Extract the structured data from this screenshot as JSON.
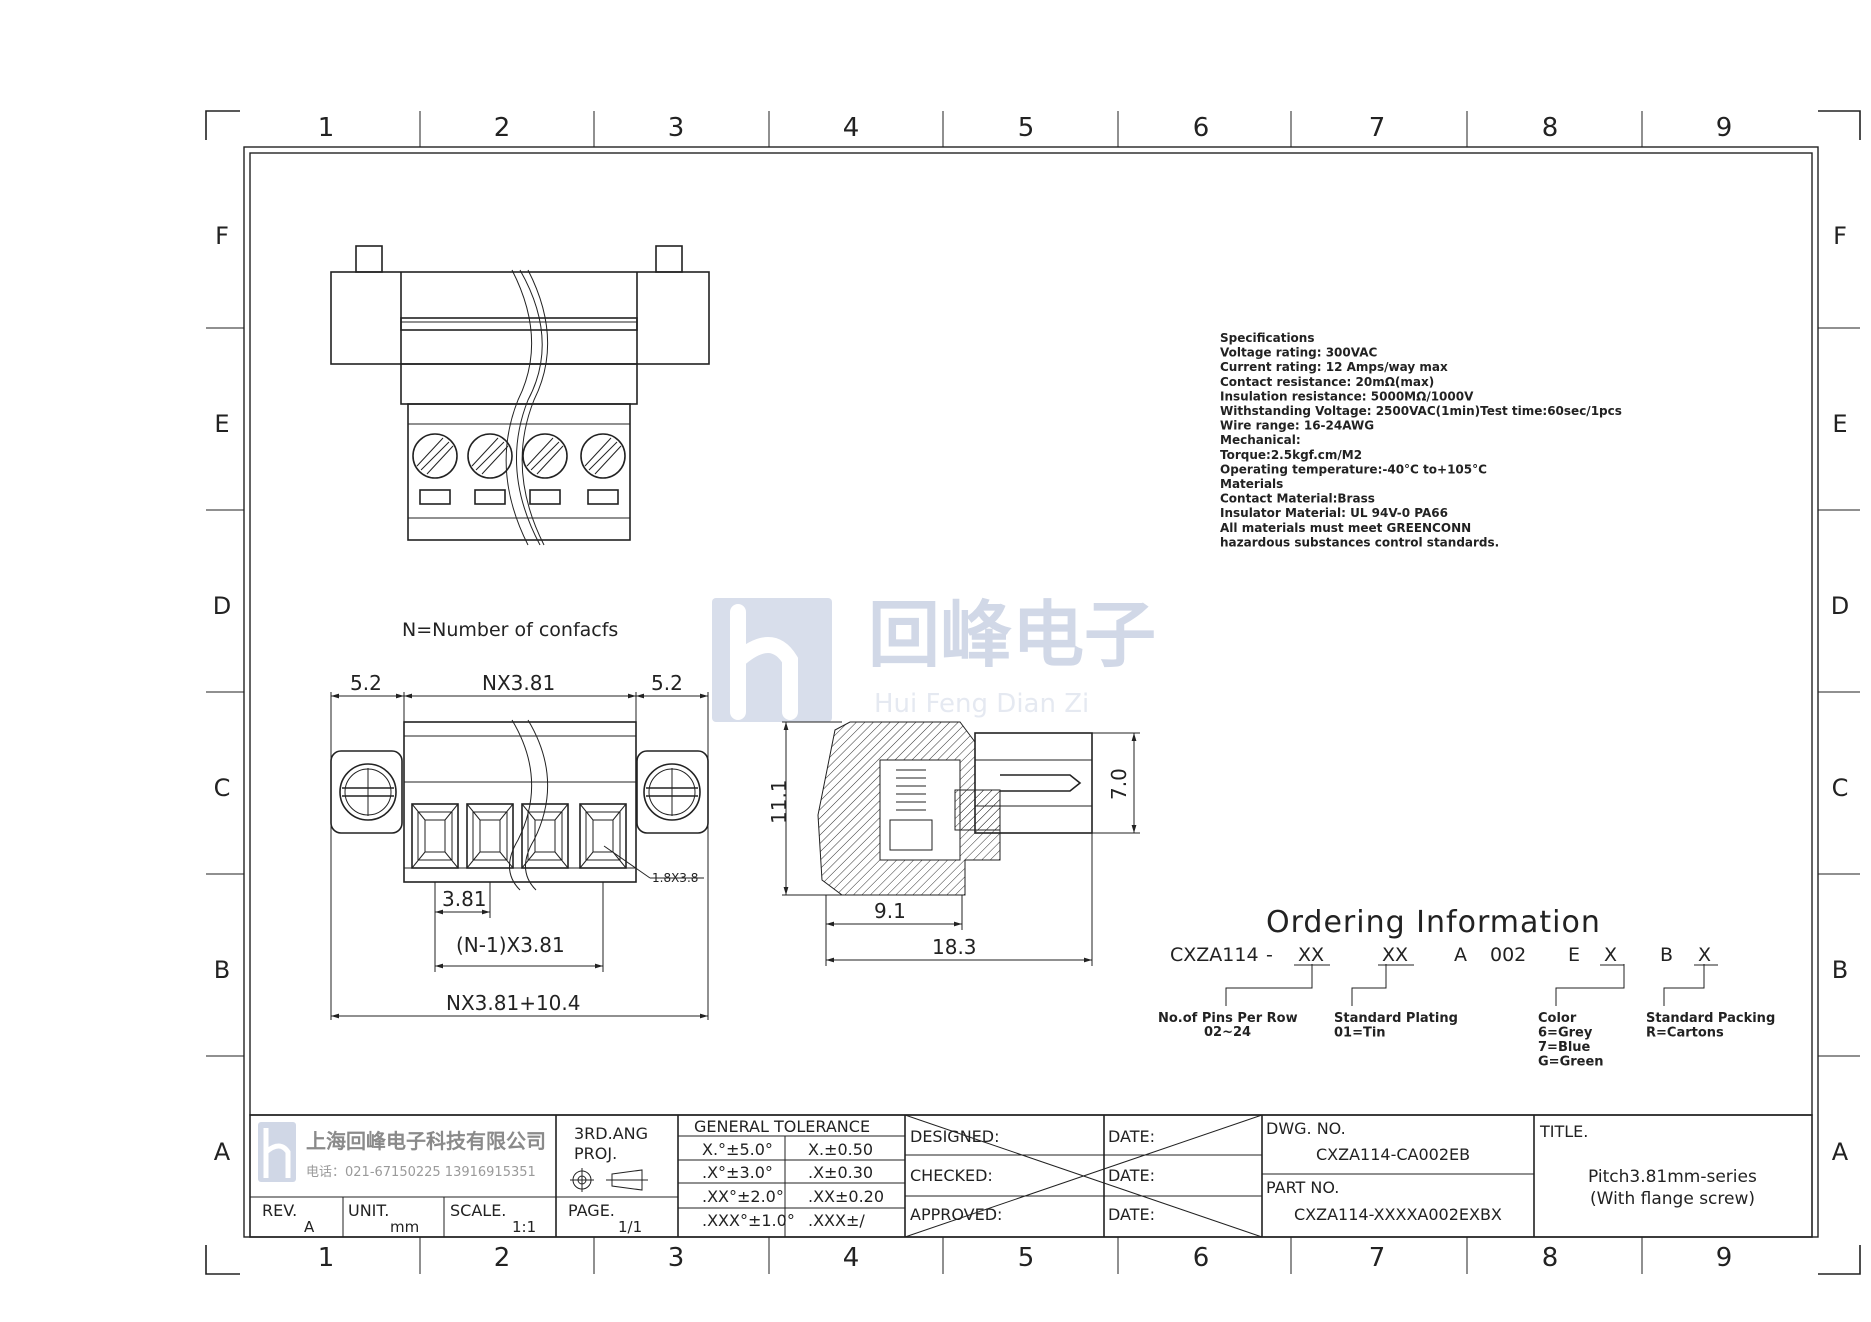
{
  "border": {
    "columns": [
      "1",
      "2",
      "3",
      "4",
      "5",
      "6",
      "7",
      "8",
      "9"
    ],
    "rows": [
      "F",
      "E",
      "D",
      "C",
      "B",
      "A"
    ]
  },
  "watermark": {
    "cn": "回峰电子",
    "pinyin": "Hui Feng Dian Zi"
  },
  "specifications": [
    "Specifications",
    "Voltage rating: 300VAC",
    "Current rating: 12 Amps/way max",
    "Contact resistance: 20mΩ(max)",
    "Insulation resistance: 5000MΩ/1000V",
    "Withstanding Voltage: 2500VAC(1min)Test time:60sec/1pcs",
    "Wire range: 16-24AWG",
    "Mechanical:",
    "Torque:2.5kgf.cm/M2",
    "Operating temperature:-40°C to+105°C",
    "Materials",
    "Contact Material:Brass",
    "Insulator Material: UL 94V-0 PA66",
    "All materials must meet GREENCONN",
    "hazardous substances control standards."
  ],
  "note_n": "N=Number of confacfs",
  "dims": {
    "left_flange": "5.2",
    "pitch_span": "NX3.81",
    "right_flange": "5.2",
    "hole": "1.8X3.8",
    "pitch": "3.81",
    "pitch_n1": "(N-1)X3.81",
    "overall": "NX3.81+10.4",
    "height": "11.1",
    "pin_height": "7.0",
    "depth_a": "9.1",
    "depth_b": "18.3"
  },
  "ordering": {
    "title": "Ordering Information",
    "code": [
      "CXZA114",
      "-",
      "XX",
      "XX",
      "A",
      "002",
      "E",
      "X",
      "B",
      "X"
    ],
    "pins": [
      "No.of Pins Per Row",
      "02~24"
    ],
    "plating": [
      "Standard Plating",
      "01=Tin"
    ],
    "color": [
      "Color",
      "6=Grey",
      "7=Blue",
      "G=Green"
    ],
    "packing": [
      "Standard Packing",
      "R=Cartons"
    ]
  },
  "title_block": {
    "company": "上海回峰电子科技有限公司",
    "phone": "电话：021-67150225 13916915351",
    "projection": [
      "3RD.ANG",
      "PROJ."
    ],
    "rev_label": "REV.",
    "rev": "A",
    "unit_label": "UNIT.",
    "unit": "mm",
    "scale_label": "SCALE.",
    "scale": "1:1",
    "page_label": "PAGE.",
    "page": "1/1",
    "tolerance_title": "GENERAL TOLERANCE",
    "tol_left": [
      "X.°±5.0°",
      ".X°±3.0°",
      ".XX°±2.0°",
      ".XXX°±1.0°"
    ],
    "tol_right": [
      "X.±0.50",
      ".X±0.30",
      ".XX±0.20",
      ".XXX±/"
    ],
    "designed": "DESIGNED:",
    "checked": "CHECKED:",
    "approved": "APPROVED:",
    "date": "DATE:",
    "dwg_label": "DWG. NO.",
    "dwg": "CXZA114-CA002EB",
    "part_label": "PART NO.",
    "part": "CXZA114-XXXXA002EXBX",
    "title_label": "TITLE.",
    "title": [
      "Pitch3.81mm-series",
      "(With flange screw)"
    ]
  }
}
